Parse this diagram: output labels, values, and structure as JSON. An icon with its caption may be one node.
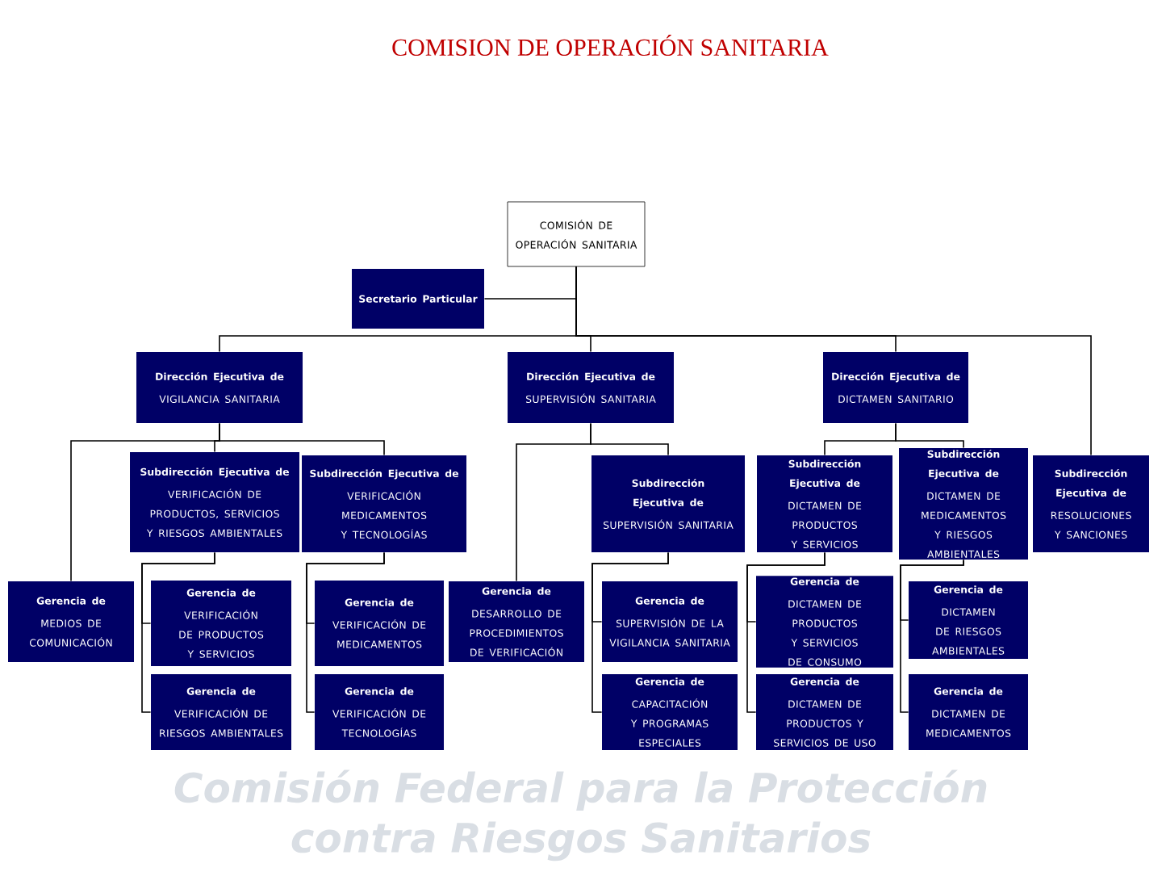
{
  "diagram": {
    "title": "COMISION DE OPERACIÓN SANITARIA",
    "nodes": [
      {
        "text": [
          "COMISIÓN DE OPERACIÓN SANITARIA"
        ]
      },
      {
        "text": [
          "Secretario Particular"
        ]
      },
      {
        "text": [
          "Dirección Ejecutiva de",
          "VIGILANCIA SANITARIA"
        ]
      },
      {
        "text": [
          "Dirección Ejecutiva de",
          "SUPERVISIÓN SANITARIA"
        ]
      },
      {
        "text": [
          "Dirección Ejecutiva de",
          "DICTAMEN SANITARIO"
        ]
      },
      {
        "text": [
          "Subdirección Ejecutiva de",
          "VERIFICACIÓN DE PRODUCTOS, SERVICIOS Y RIESGOS AMBIENTALES"
        ]
      },
      {
        "text": [
          "Subdirección Ejecutiva de",
          "VERIFICACIÓN MEDICAMENTOS Y TECNOLOGÍAS"
        ]
      },
      {
        "text": [
          "Subdirección Ejecutiva de",
          "SUPERVISIÓN SANITARIA"
        ]
      },
      {
        "text": [
          "Subdirección Ejecutiva de",
          "DICTAMEN DE PRODUCTOS Y SERVICIOS"
        ]
      },
      {
        "text": [
          "Subdirección Ejecutiva de",
          "DICTAMEN DE MEDICAMENTOS Y RIESGOS AMBIENTALES"
        ]
      },
      {
        "text": [
          "Subdirección Ejecutiva de",
          "RESOLUCIONES Y SANCIONES"
        ]
      },
      {
        "text": [
          "Gerencia de",
          "MEDIOS DE COMUNICACIÓN"
        ]
      },
      {
        "text": [
          "Gerencia de",
          "VERIFICACIÓN DE PRODUCTOS Y SERVICIOS"
        ]
      },
      {
        "text": [
          "Gerencia de",
          "VERIFICACIÓN DE RIESGOS AMBIENTALES"
        ]
      },
      {
        "text": [
          "Gerencia de",
          "VERIFICACIÓN DE MEDICAMENTOS"
        ]
      },
      {
        "text": [
          "Gerencia de",
          "VERIFICACIÓN DE TECNOLOGÍAS"
        ]
      },
      {
        "text": [
          "Gerencia de",
          "DESARROLLO DE PROCEDIMIENTOS DE VERIFICACIÓN"
        ]
      },
      {
        "text": [
          "Gerencia de",
          "SUPERVISIÓN DE LA VIGILANCIA SANITARIA"
        ]
      },
      {
        "text": [
          "Gerencia de",
          "CAPACITACIÓN Y PROGRAMAS ESPECIALES"
        ]
      },
      {
        "text": [
          "Gerencia de",
          "DICTAMEN DE PRODUCTOS Y SERVICIOS DE CONSUMO"
        ]
      },
      {
        "text": [
          "Gerencia de",
          "DICTAMEN DE PRODUCTOS Y SERVICIOS DE USO"
        ]
      },
      {
        "text": [
          "Gerencia de",
          "DICTAMEN DE RIESGOS AMBIENTALES"
        ]
      },
      {
        "text": [
          "Gerencia de",
          "DICTAMEN DE MEDICAMENTOS"
        ]
      }
    ],
    "edges": [
      {
        "from": 0,
        "to": 1,
        "arrow": "none"
      },
      {
        "from": 0,
        "to": 2,
        "arrow": "none"
      },
      {
        "from": 0,
        "to": 3,
        "arrow": "none"
      },
      {
        "from": 0,
        "to": 4,
        "arrow": "none"
      },
      {
        "from": 0,
        "to": 10,
        "arrow": "none"
      },
      {
        "from": 2,
        "to": 11,
        "arrow": "none"
      },
      {
        "from": 2,
        "to": 5,
        "arrow": "none"
      },
      {
        "from": 2,
        "to": 6,
        "arrow": "none"
      },
      {
        "from": 3,
        "to": 16,
        "arrow": "none"
      },
      {
        "from": 3,
        "to": 7,
        "arrow": "none"
      },
      {
        "from": 4,
        "to": 8,
        "arrow": "none"
      },
      {
        "from": 4,
        "to": 9,
        "arrow": "none"
      },
      {
        "from": 5,
        "to": 12,
        "arrow": "none"
      },
      {
        "from": 5,
        "to": 13,
        "arrow": "none"
      },
      {
        "from": 6,
        "to": 14,
        "arrow": "none"
      },
      {
        "from": 6,
        "to": 15,
        "arrow": "none"
      },
      {
        "from": 7,
        "to": 17,
        "arrow": "none"
      },
      {
        "from": 7,
        "to": 18,
        "arrow": "none"
      },
      {
        "from": 8,
        "to": 19,
        "arrow": "none"
      },
      {
        "from": 8,
        "to": 20,
        "arrow": "none"
      },
      {
        "from": 9,
        "to": 21,
        "arrow": "none"
      },
      {
        "from": 9,
        "to": 22,
        "arrow": "none"
      }
    ],
    "labels": [
      "Comisión Federal para la Protección contra Riesgos Sanitarios"
    ]
  }
}
